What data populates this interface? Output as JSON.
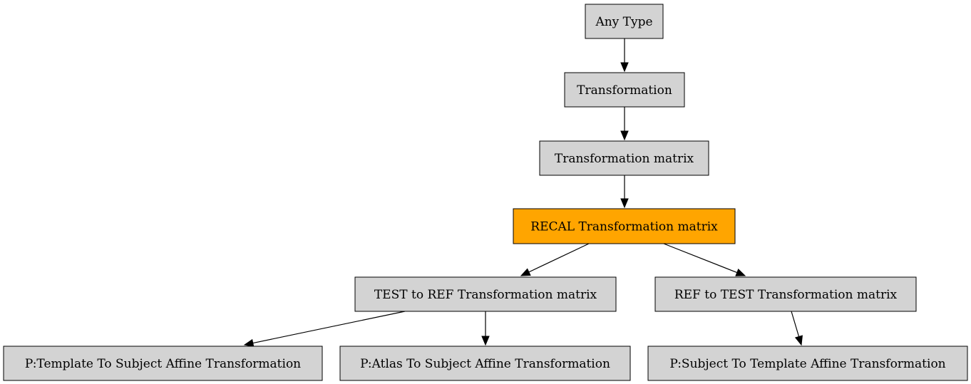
{
  "colors": {
    "node_fill": "#d3d3d3",
    "highlight_fill": "#ffa500",
    "stroke": "#000000"
  },
  "nodes": [
    {
      "id": "any-type",
      "label": "Any Type",
      "highlight": false
    },
    {
      "id": "transformation",
      "label": "Transformation",
      "highlight": false
    },
    {
      "id": "transformation-matrix",
      "label": "Transformation matrix",
      "highlight": false
    },
    {
      "id": "recal-transformation-matrix",
      "label": "RECAL Transformation matrix",
      "highlight": true
    },
    {
      "id": "test-to-ref",
      "label": "TEST to REF Transformation matrix",
      "highlight": false
    },
    {
      "id": "ref-to-test",
      "label": "REF to TEST Transformation matrix",
      "highlight": false
    },
    {
      "id": "p-template-to-subject",
      "label": "P:Template To Subject Affine Transformation",
      "highlight": false
    },
    {
      "id": "p-atlas-to-subject",
      "label": "P:Atlas To Subject Affine Transformation",
      "highlight": false
    },
    {
      "id": "p-subject-to-template",
      "label": "P:Subject To Template Affine Transformation",
      "highlight": false
    }
  ],
  "edges": [
    {
      "from": "any-type",
      "to": "transformation"
    },
    {
      "from": "transformation",
      "to": "transformation-matrix"
    },
    {
      "from": "transformation-matrix",
      "to": "recal-transformation-matrix"
    },
    {
      "from": "recal-transformation-matrix",
      "to": "test-to-ref"
    },
    {
      "from": "recal-transformation-matrix",
      "to": "ref-to-test"
    },
    {
      "from": "test-to-ref",
      "to": "p-template-to-subject"
    },
    {
      "from": "test-to-ref",
      "to": "p-atlas-to-subject"
    },
    {
      "from": "ref-to-test",
      "to": "p-subject-to-template"
    }
  ]
}
